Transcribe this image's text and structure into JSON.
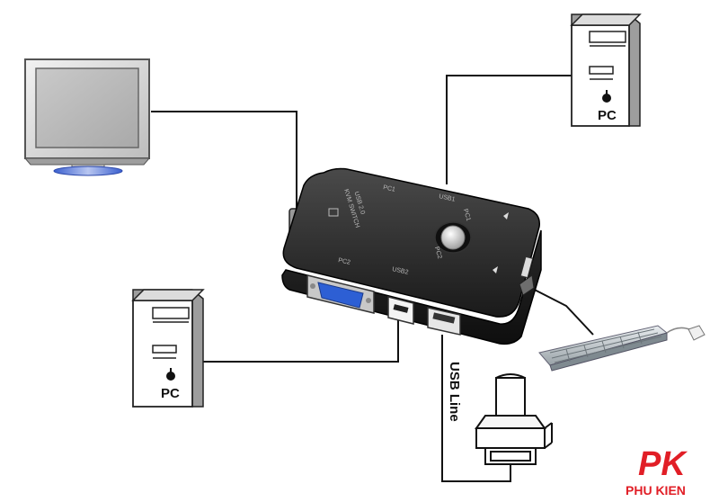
{
  "pc_top": {
    "label": "PC"
  },
  "pc_left": {
    "label": "PC"
  },
  "kvm": {
    "line1": "USB 2.0",
    "line2": "KVM SWITCH",
    "button_top": "PC1",
    "button_bottom": "PC2",
    "port_pc2": "PC2",
    "port_usb2": "USB2",
    "port_pc1": "PC1",
    "port_usb1": "USB1"
  },
  "usb_line": {
    "label": "USB Line"
  },
  "brand": {
    "logo": "PK",
    "name": "PHU KIEN",
    "color": "#e11e26"
  },
  "icons": [
    "monitor-icon",
    "tower-pc-icon",
    "keyboard-icon",
    "mouse-icon",
    "usb-plug-icon",
    "vga-port-icon",
    "usb-port-icon"
  ]
}
